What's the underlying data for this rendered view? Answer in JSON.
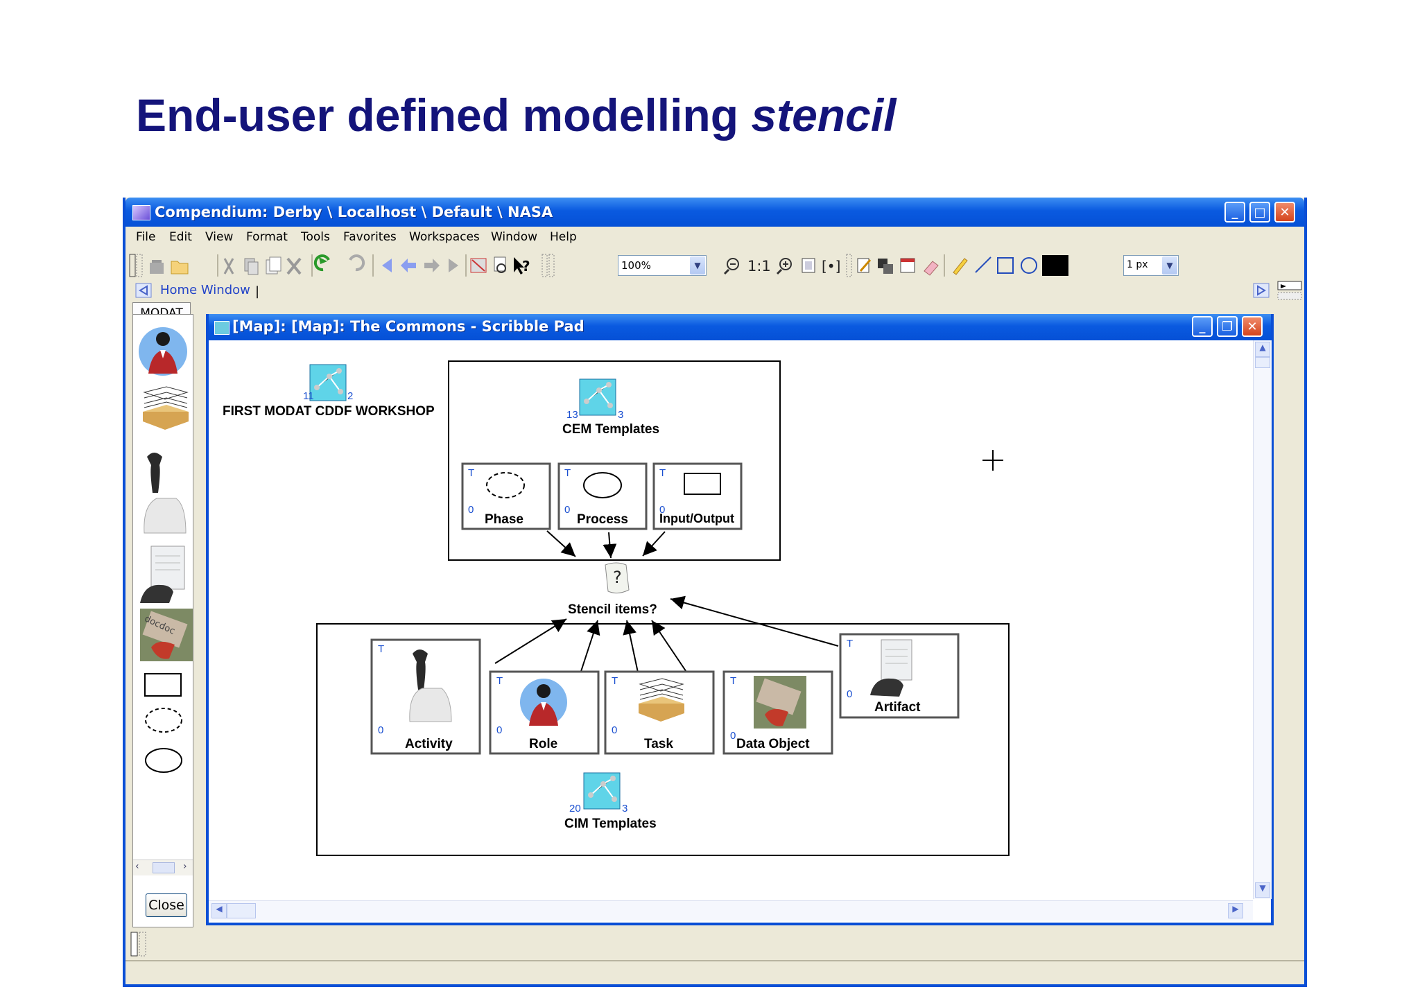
{
  "slide": {
    "title_main": "End-user defined modelling",
    "title_italic": "stencil"
  },
  "app": {
    "title": "Compendium: Derby \\ Localhost \\ Default \\ NASA",
    "menu": [
      "File",
      "Edit",
      "View",
      "Format",
      "Tools",
      "Favorites",
      "Workspaces",
      "Window",
      "Help"
    ],
    "zoom": "100%",
    "line_width": "1 px",
    "fill_color": "#000000",
    "nav_label": "Home Window",
    "accent": "#0a4fd6"
  },
  "palette": {
    "tab": "MODAT",
    "items": [
      "role-icon",
      "task-icon",
      "activity-icon",
      "artifact-icon",
      "data-object-icon",
      "rectangle-shape",
      "dashed-ellipse-shape",
      "ellipse-shape"
    ],
    "close_label": "Close"
  },
  "map_window": {
    "title": "[Map]: [Map]: The Commons - Scribble Pad"
  },
  "map": {
    "workshop": {
      "label": "FIRST MODAT CDDF WORKSHOP",
      "count_left": "11",
      "count_right": "2"
    },
    "cem": {
      "label": "CEM Templates",
      "count_left": "13",
      "count_right": "3"
    },
    "cim": {
      "label": "CIM Templates",
      "count_left": "20",
      "count_right": "3"
    },
    "question": {
      "label": "Stencil items?",
      "symbol": "?"
    },
    "cem_items": [
      {
        "label": "Phase",
        "t": "T",
        "n": "0"
      },
      {
        "label": "Process",
        "t": "T",
        "n": "0"
      },
      {
        "label": "Input/Output",
        "t": "T",
        "n": "0"
      }
    ],
    "cim_items": [
      {
        "label": "Activity",
        "t": "T",
        "n": "0"
      },
      {
        "label": "Role",
        "t": "T",
        "n": "0"
      },
      {
        "label": "Task",
        "t": "T",
        "n": "0"
      },
      {
        "label": "Data Object",
        "t": "T",
        "n": "0"
      },
      {
        "label": "Artifact",
        "t": "T",
        "n": "0"
      }
    ]
  }
}
